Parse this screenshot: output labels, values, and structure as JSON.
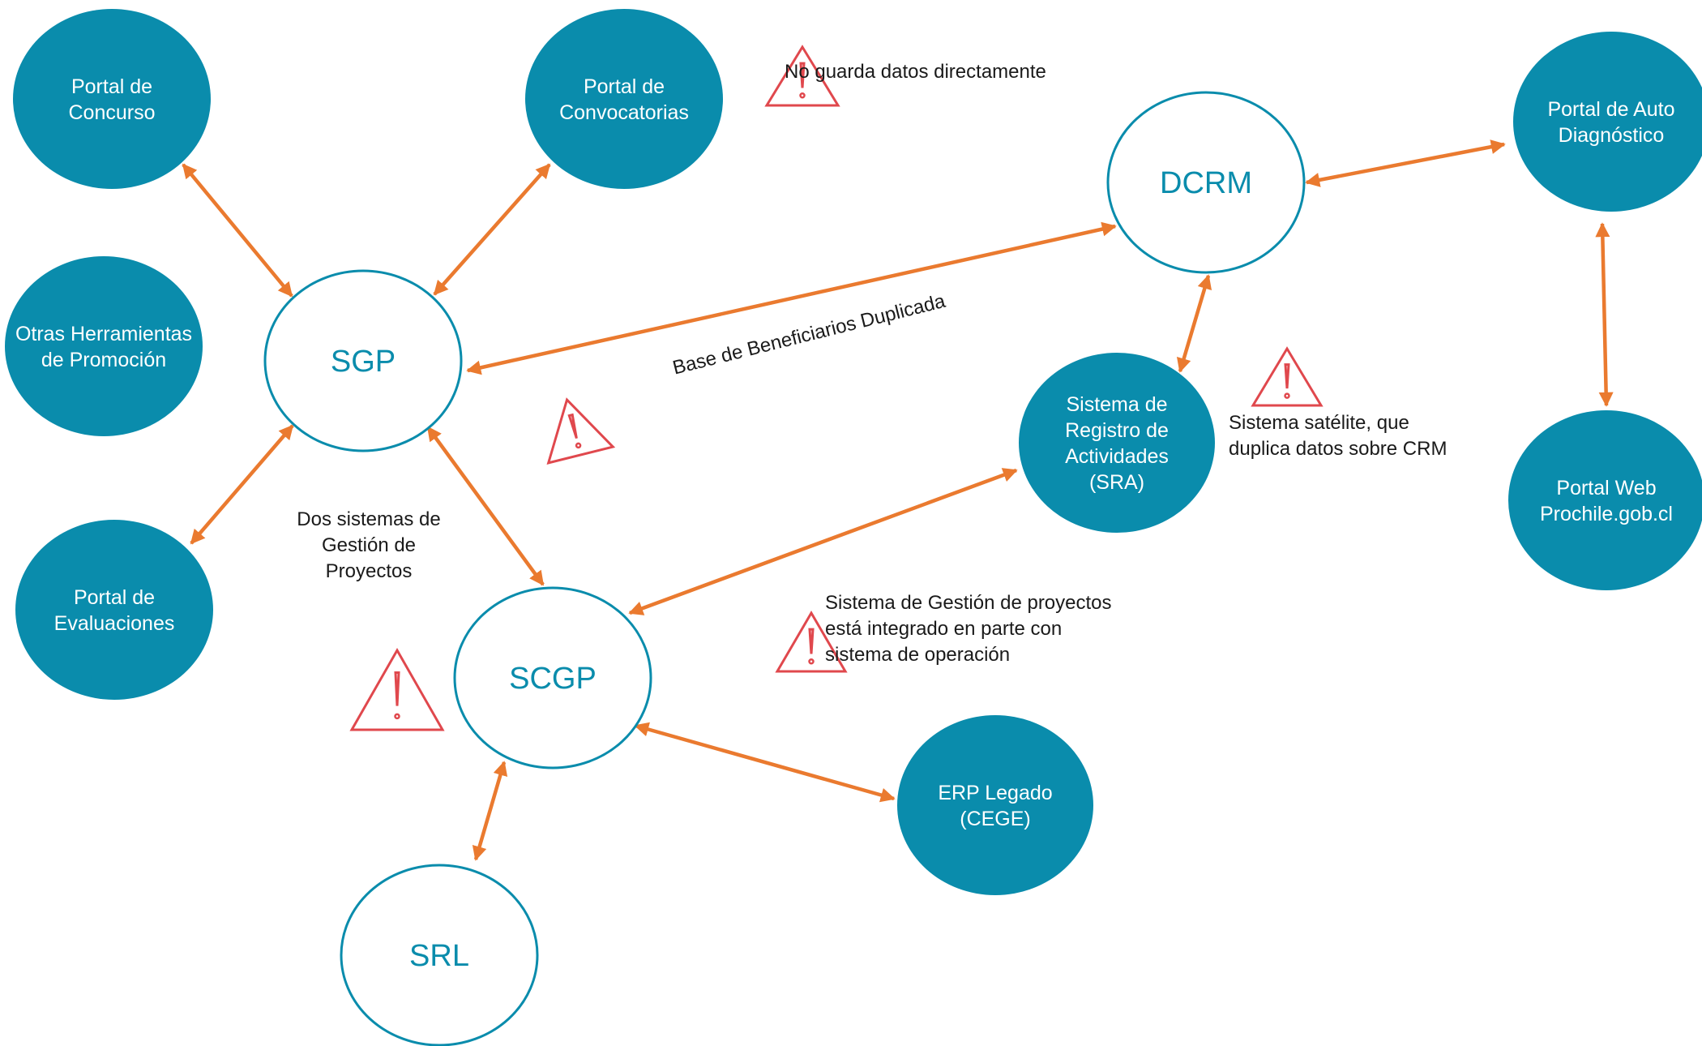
{
  "colors": {
    "filled_node": "#0a8cac",
    "hollow_stroke": "#0a8cac",
    "hollow_text": "#0a8cac",
    "edge": "#ea7a2f",
    "warning": "#e0484d"
  },
  "nodes": {
    "portal_concurso": {
      "lines": [
        "Portal de",
        "Concurso"
      ],
      "style": "filled"
    },
    "portal_convocatorias": {
      "lines": [
        "Portal de",
        "Convocatorias"
      ],
      "style": "filled"
    },
    "otras_herramientas": {
      "lines": [
        "Otras Herramientas",
        "de Promoción"
      ],
      "style": "filled"
    },
    "portal_evaluaciones": {
      "lines": [
        "Portal de",
        "Evaluaciones"
      ],
      "style": "filled"
    },
    "sgp": {
      "lines": [
        "SGP"
      ],
      "style": "hollow"
    },
    "scgp": {
      "lines": [
        "SCGP"
      ],
      "style": "hollow"
    },
    "srl": {
      "lines": [
        "SRL"
      ],
      "style": "hollow"
    },
    "dcrm": {
      "lines": [
        "DCRM"
      ],
      "style": "hollow"
    },
    "sra": {
      "lines": [
        "Sistema de",
        "Registro de",
        "Actividades",
        "(SRA)"
      ],
      "style": "filled"
    },
    "erp": {
      "lines": [
        "ERP Legado",
        "(CEGE)"
      ],
      "style": "filled"
    },
    "portal_autodiagnostico": {
      "lines": [
        "Portal de Auto",
        "Diagnóstico"
      ],
      "style": "filled"
    },
    "portal_web": {
      "lines": [
        "Portal Web",
        "Prochile.gob.cl"
      ],
      "style": "filled"
    }
  },
  "edges": [
    {
      "from": "sgp",
      "to": "portal_concurso"
    },
    {
      "from": "sgp",
      "to": "portal_convocatorias"
    },
    {
      "from": "sgp",
      "to": "portal_evaluaciones"
    },
    {
      "from": "sgp",
      "to": "scgp"
    },
    {
      "from": "sgp",
      "to": "dcrm"
    },
    {
      "from": "dcrm",
      "to": "sra"
    },
    {
      "from": "dcrm",
      "to": "portal_autodiagnostico"
    },
    {
      "from": "portal_autodiagnostico",
      "to": "portal_web"
    },
    {
      "from": "scgp",
      "to": "sra"
    },
    {
      "from": "scgp",
      "to": "erp"
    },
    {
      "from": "scgp",
      "to": "srl"
    }
  ],
  "annotations": {
    "no_guarda": [
      "No guarda datos directamente"
    ],
    "base_duplicada": [
      "Base de Beneficiarios Duplicada"
    ],
    "dos_sistemas": [
      "Dos sistemas de",
      "Gestión de",
      "Proyectos"
    ],
    "sistema_satelite": [
      "Sistema satélite, que",
      "duplica datos sobre CRM"
    ],
    "sistema_gestion": [
      "Sistema de Gestión de proyectos",
      "está integrado en parte con",
      "sistema de operación"
    ]
  },
  "warnings": [
    {
      "id": "warning-convocatorias"
    },
    {
      "id": "warning-base-duplicada"
    },
    {
      "id": "warning-dos-sistemas"
    },
    {
      "id": "warning-satelite"
    },
    {
      "id": "warning-gestion"
    }
  ]
}
